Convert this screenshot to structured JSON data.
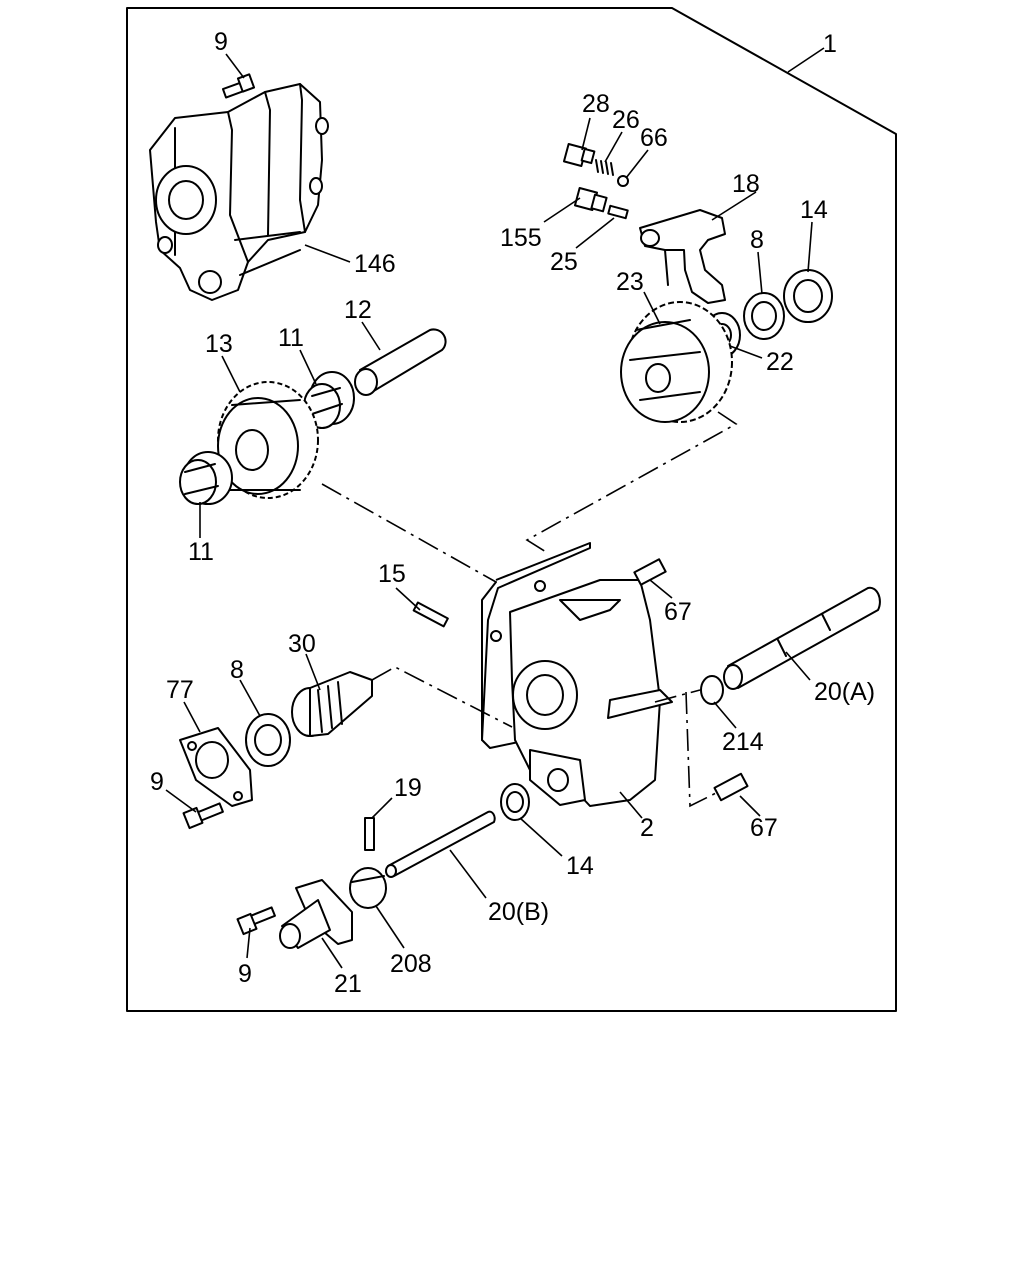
{
  "diagram": {
    "callouts": [
      {
        "id": "c-1",
        "text": "1"
      },
      {
        "id": "c-9-top",
        "text": "9"
      },
      {
        "id": "c-146",
        "text": "146"
      },
      {
        "id": "c-28",
        "text": "28"
      },
      {
        "id": "c-26",
        "text": "26"
      },
      {
        "id": "c-66",
        "text": "66"
      },
      {
        "id": "c-18",
        "text": "18"
      },
      {
        "id": "c-155",
        "text": "155"
      },
      {
        "id": "c-25",
        "text": "25"
      },
      {
        "id": "c-14-top",
        "text": "14"
      },
      {
        "id": "c-8-top",
        "text": "8"
      },
      {
        "id": "c-23",
        "text": "23"
      },
      {
        "id": "c-22",
        "text": "22"
      },
      {
        "id": "c-12",
        "text": "12"
      },
      {
        "id": "c-13",
        "text": "13"
      },
      {
        "id": "c-11-top",
        "text": "11"
      },
      {
        "id": "c-11-bottom",
        "text": "11"
      },
      {
        "id": "c-15",
        "text": "15"
      },
      {
        "id": "c-67-top",
        "text": "67"
      },
      {
        "id": "c-30",
        "text": "30"
      },
      {
        "id": "c-77",
        "text": "77"
      },
      {
        "id": "c-8-bottom",
        "text": "8"
      },
      {
        "id": "c-20a",
        "text": "20(A)"
      },
      {
        "id": "c-214",
        "text": "214"
      },
      {
        "id": "c-9-mid",
        "text": "9"
      },
      {
        "id": "c-19",
        "text": "19"
      },
      {
        "id": "c-14-bottom",
        "text": "14"
      },
      {
        "id": "c-2",
        "text": "2"
      },
      {
        "id": "c-67-bottom",
        "text": "67"
      },
      {
        "id": "c-20b",
        "text": "20(B)"
      },
      {
        "id": "c-9-bottom",
        "text": "9"
      },
      {
        "id": "c-21",
        "text": "21"
      },
      {
        "id": "c-208",
        "text": "208"
      }
    ]
  }
}
